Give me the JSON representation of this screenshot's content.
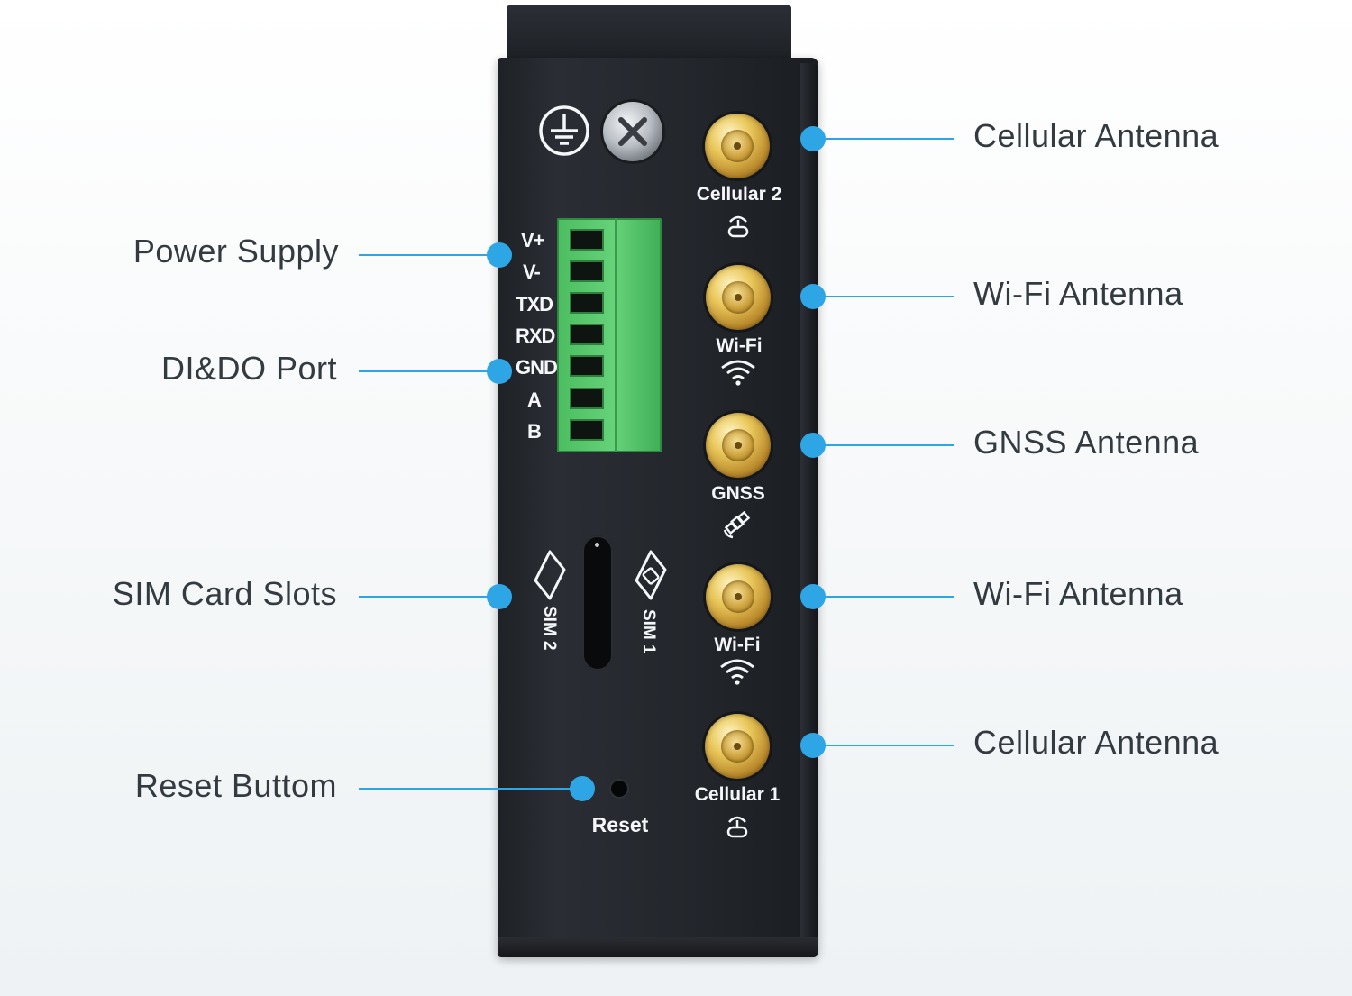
{
  "callouts": {
    "right": [
      {
        "label": "Cellular Antenna"
      },
      {
        "label": "Wi-Fi Antenna"
      },
      {
        "label": "GNSS Antenna"
      },
      {
        "label": "Wi-Fi Antenna"
      },
      {
        "label": "Cellular Antenna"
      }
    ],
    "left": [
      {
        "label": "Power Supply"
      },
      {
        "label": "DI&DO Port"
      },
      {
        "label": "SIM Card Slots"
      },
      {
        "label": "Reset Buttom"
      }
    ]
  },
  "device": {
    "terminal_pins": [
      "V+",
      "V-",
      "TXD",
      "RXD",
      "GND",
      "A",
      "B"
    ],
    "antennas": [
      {
        "label": "Cellular 2",
        "icon": "cellular-icon"
      },
      {
        "label": "Wi-Fi",
        "icon": "wifi-icon"
      },
      {
        "label": "GNSS",
        "icon": "satellite-icon"
      },
      {
        "label": "Wi-Fi",
        "icon": "wifi-icon"
      },
      {
        "label": "Cellular 1",
        "icon": "cellular-icon"
      }
    ],
    "sim_labels": [
      "SIM 2",
      "SIM 1"
    ],
    "reset_label": "Reset"
  },
  "colors": {
    "callout_accent": "#2ea6e6",
    "callout_text": "#333a40",
    "device_body": "#23272c",
    "terminal_green": "#5cc86f",
    "antenna_gold": "#d4aa44"
  }
}
